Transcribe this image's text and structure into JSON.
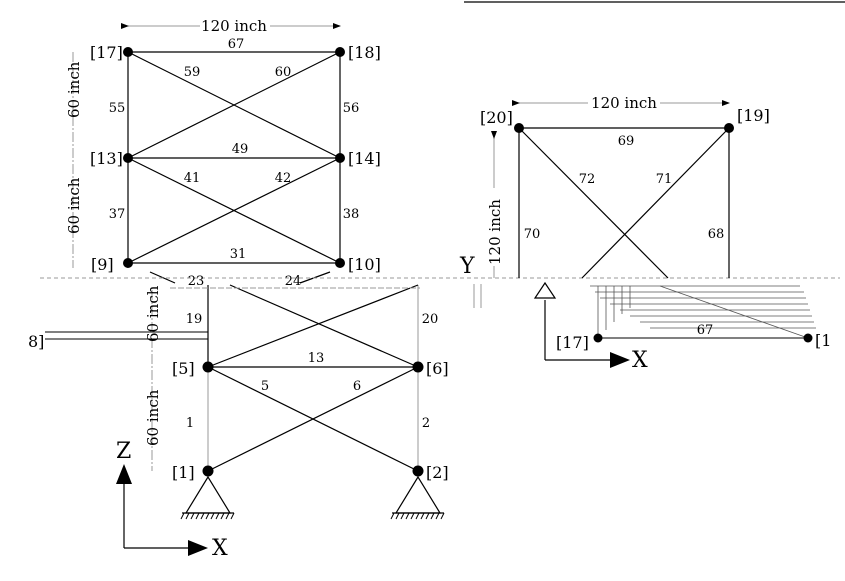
{
  "front_view": {
    "nodes": {
      "n1": "[1]",
      "n2": "[2]",
      "n5": "[5]",
      "n6": "[6]",
      "n9": "[9]",
      "n10": "[10]",
      "n13": "[13]",
      "n14": "[14]",
      "n17": "[17]",
      "n18": "[18]",
      "n8_partial": "8]"
    },
    "members": {
      "m1": "1",
      "m2": "2",
      "m5": "5",
      "m6": "6",
      "m13": "13",
      "m19": "19",
      "m20": "20",
      "m23": "23",
      "m24": "24",
      "m31": "31",
      "m37": "37",
      "m38": "38",
      "m41": "41",
      "m42": "42",
      "m49": "49",
      "m55": "55",
      "m56": "56",
      "m59": "59",
      "m60": "60",
      "m67": "67"
    },
    "dimensions": {
      "width": "120 inch",
      "h1": "60 inch",
      "h2": "60 inch",
      "h3": "60 inch",
      "h4": "60 inch"
    },
    "axes": {
      "vertical": "Z",
      "horizontal": "X"
    }
  },
  "top_view": {
    "nodes": {
      "n19": "[19]",
      "n20": "[20]",
      "n17": "[17]",
      "n18_partial": "[1"
    },
    "members": {
      "m67": "67",
      "m68": "68",
      "m69": "69",
      "m70": "70",
      "m71": "71",
      "m72": "72"
    },
    "dimensions": {
      "width": "120 inch",
      "depth": "120 inch"
    },
    "axes": {
      "vertical": "Y",
      "horizontal": "X"
    }
  }
}
